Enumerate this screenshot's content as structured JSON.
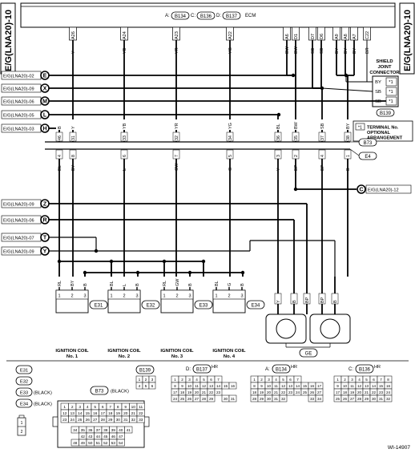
{
  "banner": {
    "left": "E/G(LNA20)-10",
    "right": "E/G(LNA20)-10"
  },
  "ecm": {
    "prefix_a": "A:",
    "conn_a": "B134",
    "prefix_c": "C:",
    "conn_c": "B136",
    "prefix_d": "D:",
    "conn_d": "B137",
    "label": "ECM",
    "pins": [
      "A26",
      "A24",
      "A23",
      "A22",
      "A6",
      "D1",
      "D7",
      "D6",
      "A9",
      "A8",
      "A7",
      "C22"
    ]
  },
  "refs": [
    {
      "letter": "E",
      "label": "E/G(LNA20)-02"
    },
    {
      "letter": "X",
      "label": "E/G(LNA20)-09"
    },
    {
      "letter": "M",
      "label": "E/G(LNA20)-06"
    },
    {
      "letter": "L",
      "label": "E/G(LNA20)-05"
    },
    {
      "letter": "H",
      "label": "E/G(LNA20)-03"
    },
    {
      "letter": "Z",
      "label": "E/G(LNA20)-09"
    },
    {
      "letter": "R",
      "label": "E/G(LNA20)-06"
    },
    {
      "letter": "T",
      "label": "E/G(LNA20)-07"
    },
    {
      "letter": "Y",
      "label": "E/G(LNA20)-09"
    }
  ],
  "ref_c": {
    "letter": "C",
    "label": "E/G(LNA20)-12"
  },
  "ecm_wires": [
    "Y",
    "YB",
    "YR",
    "YG",
    "BW",
    "BW",
    "SB",
    "SB",
    "BY",
    "BY",
    "BY",
    "BR"
  ],
  "shield": {
    "title": [
      "SHIELD",
      "JOINT",
      "CONNECTOR"
    ],
    "rows": [
      {
        "color": "BY",
        "pin": "*1"
      },
      {
        "color": "SB",
        "pin": "*1"
      },
      {
        "color": "SB",
        "pin": "*1"
      }
    ],
    "conn": "B139"
  },
  "note": {
    "mark": "*1",
    "lines": [
      "TERMINAL No.",
      "OPTIONAL",
      "ARRANGEMENT"
    ]
  },
  "upper_wires": [
    "B",
    "Y",
    "YB",
    "YR",
    "YG",
    "BL",
    "BW",
    "SB",
    "BY"
  ],
  "upper_pins": [
    "46",
    "31",
    "33",
    "32",
    "34",
    "36",
    "35",
    "37",
    "38"
  ],
  "lower_pins": [
    "4",
    "8",
    "6",
    "7",
    "5",
    "3",
    "2",
    "4",
    "1"
  ],
  "lower_wires": [
    "BL",
    "BY",
    "L",
    "GW",
    "G",
    "Y",
    "BP",
    "BP",
    "B"
  ],
  "junction": {
    "top": "B73",
    "bottom": "E4"
  },
  "coils": [
    {
      "conn": "E31",
      "name": "IGNITION COIL",
      "no": "No. 1",
      "wires": [
        "RL",
        "BY",
        "B"
      ],
      "pins": [
        "1",
        "2",
        "3"
      ]
    },
    {
      "conn": "E32",
      "name": "IGNITION COIL",
      "no": "No. 2",
      "wires": [
        "BL",
        "L",
        "B"
      ],
      "pins": [
        "1",
        "2",
        "3"
      ]
    },
    {
      "conn": "E33",
      "name": "IGNITION COIL",
      "no": "No. 3",
      "wires": [
        "RL",
        "GW",
        "B"
      ],
      "pins": [
        "1",
        "2",
        "3"
      ]
    },
    {
      "conn": "E34",
      "name": "IGNITION COIL",
      "no": "No. 4",
      "wires": [
        "BL",
        "G",
        "B"
      ],
      "pins": [
        "1",
        "2",
        "3"
      ]
    }
  ],
  "sensor_wires": [
    "Y",
    "B",
    "BP",
    "BP",
    "B"
  ],
  "ge_label": "GE",
  "legend": [
    {
      "id": "E31",
      "note": ""
    },
    {
      "id": "E32",
      "note": ""
    },
    {
      "id": "E33",
      "note": "(BLACK)"
    },
    {
      "id": "E34",
      "note": "(BLACK)"
    }
  ],
  "b73": {
    "id": "B73",
    "note": "(BLACK)",
    "rows": [
      [
        "1",
        "2",
        "3",
        "4",
        "5",
        "6",
        "7",
        "8",
        "9",
        "10",
        "11"
      ],
      [
        "12",
        "13",
        "14",
        "15",
        "16",
        "17",
        "18",
        "19",
        "20",
        "21",
        "22"
      ],
      [
        "23",
        "24",
        "25",
        "26",
        "27",
        "28",
        "29",
        "30",
        "31",
        "32",
        "33"
      ],
      [
        "34",
        "35",
        "36",
        "37",
        "38",
        "39",
        "40",
        "41"
      ],
      [
        "42",
        "43",
        "44",
        "45",
        "46",
        "47"
      ],
      [
        "48",
        "49",
        "50",
        "51",
        "52",
        "53",
        "54"
      ]
    ]
  },
  "b139": {
    "id": "B139",
    "pins": [
      "1",
      "2",
      "3",
      "4",
      "5",
      "6"
    ]
  },
  "b137": {
    "prefix": "D:",
    "id": "B137",
    "hr": "HR",
    "rows": [
      [
        "1",
        "2",
        "3",
        "4",
        "5",
        "6",
        "7"
      ],
      [
        "8",
        "9",
        "10",
        "11",
        "12",
        "13",
        "14",
        "15",
        "16"
      ],
      [
        "17",
        "18",
        "19",
        "20",
        "21",
        "22",
        "23"
      ],
      [
        "24",
        "25",
        "26",
        "27",
        "28",
        "29",
        "30",
        "31"
      ]
    ]
  },
  "b134": {
    "prefix": "A:",
    "id": "B134",
    "hr": "HR",
    "rows": [
      [
        "1",
        "2",
        "3",
        "4",
        "5",
        "6",
        "7"
      ],
      [
        "8",
        "9",
        "10",
        "11",
        "12",
        "13",
        "14",
        "15",
        "16",
        "17"
      ],
      [
        "18",
        "19",
        "20",
        "21",
        "22",
        "23",
        "24",
        "25",
        "26",
        "27"
      ],
      [
        "28",
        "29",
        "30",
        "31",
        "32",
        "33",
        "34"
      ]
    ]
  },
  "b136": {
    "prefix": "C:",
    "id": "B136",
    "hr": "HR",
    "rows": [
      [
        "1",
        "2",
        "3",
        "4",
        "5",
        "6",
        "7",
        "8"
      ],
      [
        "9",
        "10",
        "11",
        "12",
        "13",
        "14",
        "15",
        "16"
      ],
      [
        "17",
        "18",
        "19",
        "20",
        "21",
        "22",
        "23",
        "24"
      ],
      [
        "25",
        "26",
        "27",
        "28",
        "29",
        "30",
        "31",
        "32"
      ]
    ]
  },
  "small_conn": {
    "pins": [
      "1",
      "2"
    ]
  },
  "figure_id": "WI-14907"
}
